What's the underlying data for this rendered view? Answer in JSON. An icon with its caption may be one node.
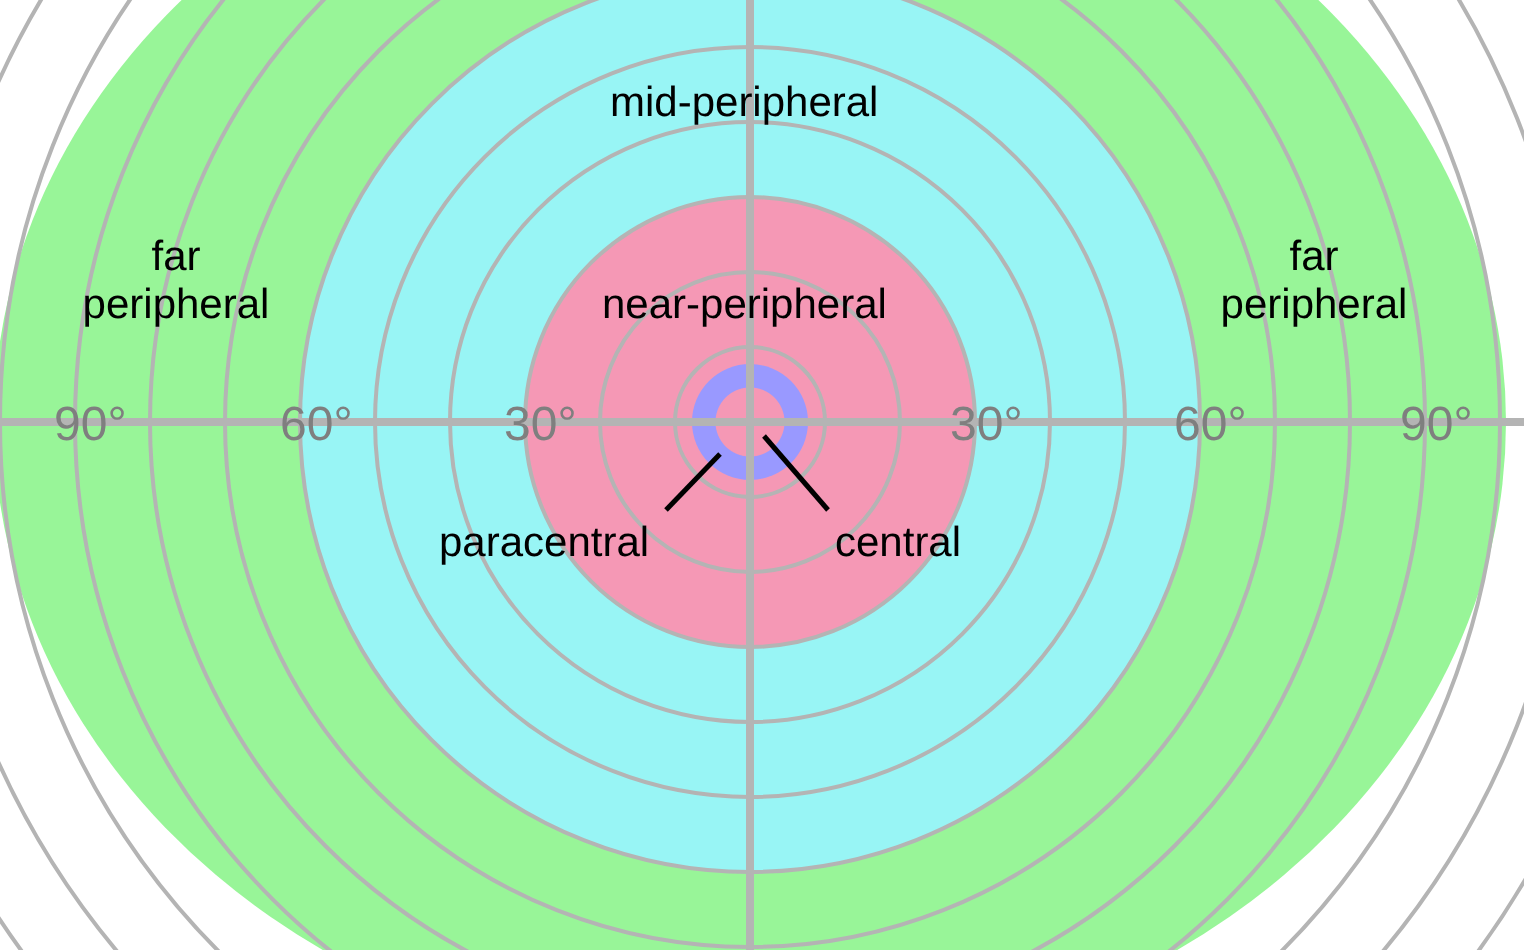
{
  "diagram": {
    "nodes": [
      {
        "text": [
          "far peripheral",
          "far peripheral"
        ]
      },
      {
        "text": [
          "mid-peripheral"
        ],
        "in": 0
      },
      {
        "text": [
          "near-peripheral"
        ],
        "in": 1
      },
      {
        "text": [],
        "shape": "circle",
        "in": 2
      },
      {
        "text": [],
        "shape": "circle",
        "in": 3
      },
      {
        "text": [
          "paracentral"
        ],
        "in": 2
      },
      {
        "text": [
          "central"
        ],
        "in": 2
      }
    ],
    "edges": [
      {
        "from": 5,
        "to": 3,
        "arrow": "none"
      },
      {
        "from": 6,
        "to": 4,
        "arrow": "none"
      }
    ],
    "labels": [
      "90°",
      "60°",
      "30°",
      "30°",
      "60°",
      "90°"
    ]
  }
}
